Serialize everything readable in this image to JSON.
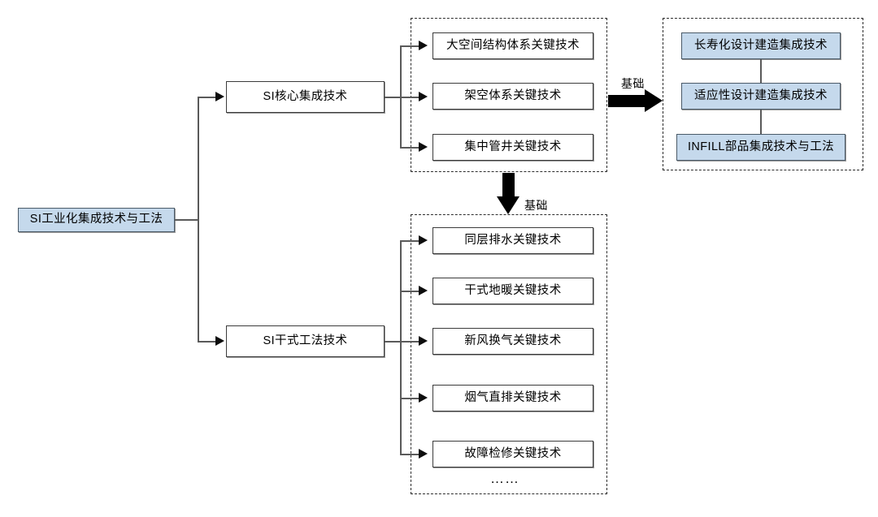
{
  "diagram": {
    "root": {
      "label": "SI工业化集成技术与工法"
    },
    "branches": [
      {
        "label": "SI核心集成技术"
      },
      {
        "label": "SI干式工法技术"
      }
    ],
    "core_group": {
      "items": [
        {
          "label": "大空间结构体系关键技术"
        },
        {
          "label": "架空体系关键技术"
        },
        {
          "label": "集中管井关键技术"
        }
      ]
    },
    "dry_group": {
      "items": [
        {
          "label": "同层排水关键技术"
        },
        {
          "label": "干式地暖关键技术"
        },
        {
          "label": "新风换气关键技术"
        },
        {
          "label": "烟气直排关键技术"
        },
        {
          "label": "故障检修关键技术"
        }
      ],
      "more": "……"
    },
    "outcome_group": {
      "items": [
        {
          "label": "长寿化设计建造集成技术"
        },
        {
          "label": "适应性设计建造集成技术"
        },
        {
          "label": "INFILL部品集成技术与工法"
        }
      ]
    },
    "edge_labels": {
      "to_outcome": "基础",
      "to_dry": "基础"
    },
    "colors": {
      "blue_fill": "#c5d9ec",
      "blue_border": "#4a5a68",
      "box_border": "#3b3b3b",
      "line": "#5a5a5a",
      "arrow": "#0d0d0d",
      "panel_border": "#2b2b2b",
      "background": "#ffffff"
    }
  }
}
